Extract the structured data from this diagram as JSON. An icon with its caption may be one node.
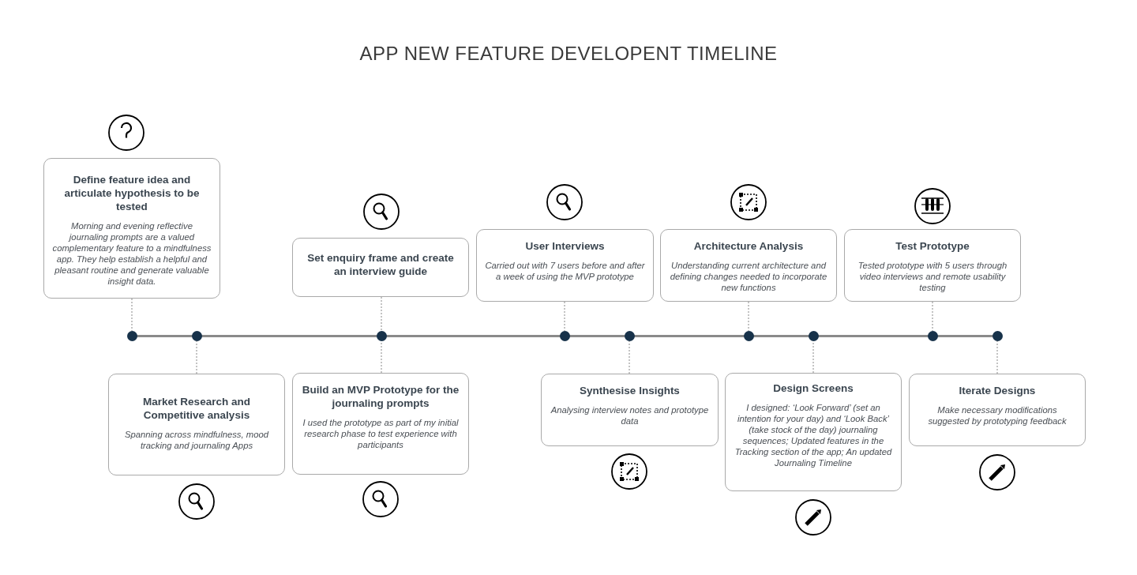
{
  "diagram": {
    "title": "APP NEW FEATURE DEVELOPENT TIMELINE",
    "nodes": [
      {
        "text": [
          "Define feature idea and articulate hypothesis to be tested",
          "Morning and evening reflective journaling prompts are a valued complementary feature to a mindfulness app. They help establish a helpful and pleasant routine and generate valuable insight data."
        ]
      },
      {
        "text": [
          "Market Research and Competitive analysis",
          "Spanning across mindfulness, mood tracking and journaling Apps"
        ]
      },
      {
        "text": [
          "Set enquiry frame and create an interview guide"
        ]
      },
      {
        "text": [
          "Build an MVP Prototype for the journaling prompts",
          "I used the prototype as part of my initial research phase to test experience with participants"
        ]
      },
      {
        "text": [
          "User Interviews",
          "Carried out with 7 users before and after a week of using the MVP prototype"
        ]
      },
      {
        "text": [
          "Synthesise Insights",
          "Analysing interview notes and prototype data"
        ]
      },
      {
        "text": [
          "Architecture Analysis",
          "Understanding current architecture and defining changes needed to incorporate new functions"
        ]
      },
      {
        "text": [
          "Design Screens",
          "I designed:  ‘Look Forward’ (set an intention for your day) and ‘Look Back’ (take stock of the day) journaling sequences; Updated features in the Tracking section of the app; An updated Journaling Timeline"
        ]
      },
      {
        "text": [
          "Test Prototype",
          "Tested prototype with 5 users through video interviews and remote usability testing"
        ]
      },
      {
        "text": [
          "Iterate Designs",
          "Make necessary modifications suggested by prototyping feedback"
        ]
      },
      {
        "text": [],
        "shape": "circle"
      },
      {
        "text": [],
        "shape": "circle"
      },
      {
        "text": [],
        "shape": "circle"
      },
      {
        "text": [],
        "shape": "circle"
      },
      {
        "text": [],
        "shape": "circle"
      },
      {
        "text": [],
        "shape": "circle"
      },
      {
        "text": [],
        "shape": "circle"
      },
      {
        "text": [],
        "shape": "circle"
      },
      {
        "text": [],
        "shape": "circle"
      }
    ],
    "edges": [
      {
        "from": 0,
        "to": 10,
        "arrow": "none",
        "style": "dashed"
      },
      {
        "from": 1,
        "to": 11,
        "arrow": "none",
        "style": "dashed"
      },
      {
        "from": 2,
        "to": 12,
        "arrow": "none",
        "style": "dashed"
      },
      {
        "from": 3,
        "to": 12,
        "arrow": "none",
        "style": "dashed"
      },
      {
        "from": 4,
        "to": 13,
        "arrow": "none",
        "style": "dashed"
      },
      {
        "from": 5,
        "to": 14,
        "arrow": "none",
        "style": "dashed"
      },
      {
        "from": 6,
        "to": 15,
        "arrow": "none",
        "style": "dashed"
      },
      {
        "from": 7,
        "to": 16,
        "arrow": "none",
        "style": "dashed"
      },
      {
        "from": 8,
        "to": 17,
        "arrow": "none",
        "style": "dashed"
      },
      {
        "from": 9,
        "to": 18,
        "arrow": "none",
        "style": "dashed"
      }
    ]
  }
}
